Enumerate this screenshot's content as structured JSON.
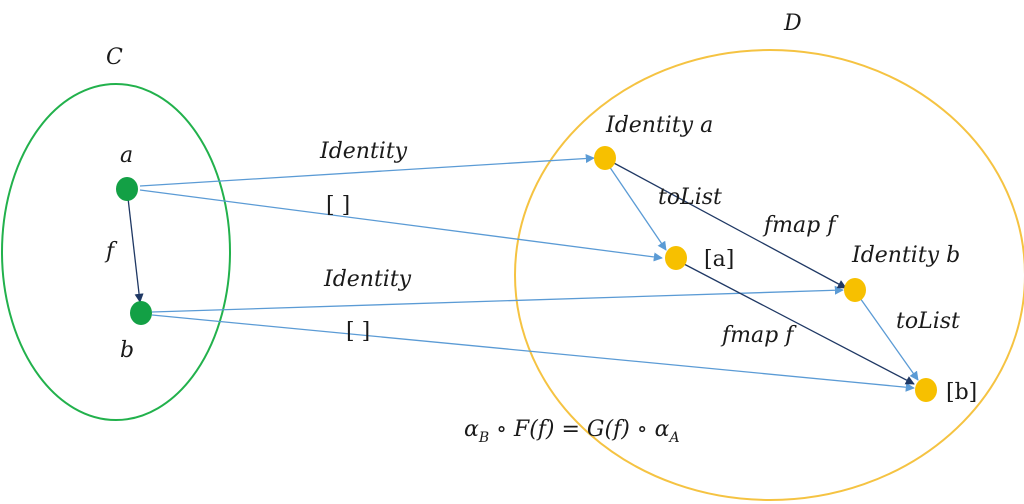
{
  "colors": {
    "category_c": "#22b14c",
    "category_d": "#f5c342",
    "object_c": "#13a045",
    "object_d": "#f7c000",
    "functor_arrow": "#5b9bd5",
    "morphism_arrow": "#1f3864"
  },
  "categories": {
    "c": {
      "label": "C"
    },
    "d": {
      "label": "D"
    }
  },
  "objects": {
    "a": "a",
    "b": "b",
    "identity_a": "Identity a",
    "list_a": "[a]",
    "identity_b": "Identity b",
    "list_b": "[b]"
  },
  "arrows": {
    "f": "f",
    "identity_top": "Identity",
    "list_top": "[ ]",
    "identity_bottom": "Identity",
    "list_bottom": "[ ]",
    "tolist_a": "toList",
    "tolist_b": "toList",
    "fmap_identity": "fmap f",
    "fmap_list": "fmap f"
  },
  "equation": {
    "alpha": "α",
    "sub_b": "B",
    "compose1": " ∘ F(f) = G(f) ∘ ",
    "alpha2": "α",
    "sub_a": "A"
  }
}
